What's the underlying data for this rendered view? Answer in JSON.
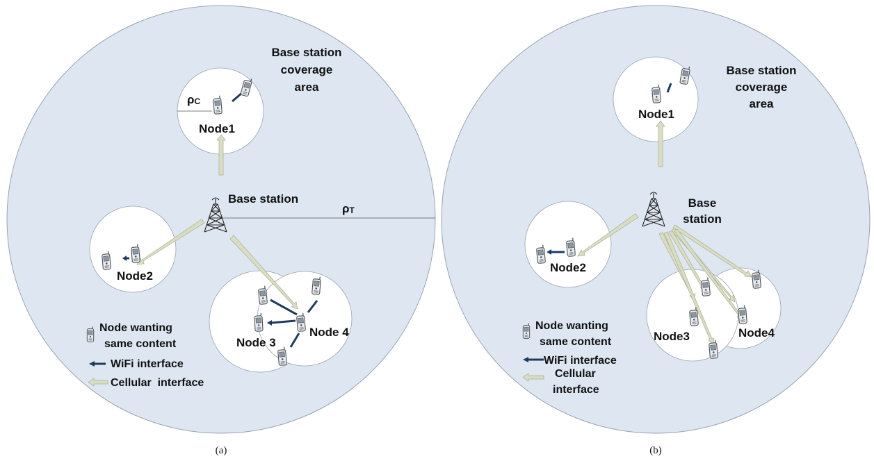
{
  "colors": {
    "coverage_fill": "#dde6f1",
    "coverage_stroke": "#9aa3ad",
    "cluster_fill": "#ffffff",
    "wifi_arrow": "#1f3a5f",
    "cellular_arrow": "#d9dec3",
    "cellular_arrow_edge": "#a9ae8f"
  },
  "icons": {
    "phone": "mobile-phone-icon",
    "tower": "cell-tower-icon"
  },
  "panel_a": {
    "caption": "(a)",
    "coverage_label": [
      "Base station",
      "coverage",
      "area"
    ],
    "base_station_label": "Base station",
    "rho_c": "ρ",
    "rho_c_sub": "C",
    "rho_t": "ρ",
    "rho_t_sub": "T",
    "node1": "Node1",
    "node2": "Node2",
    "node3": "Node 3",
    "node4": "Node 4",
    "legend": {
      "node": [
        "Node wanting",
        "same content"
      ],
      "wifi": "WiFi interface",
      "cellular": "Cellular  interface"
    }
  },
  "panel_b": {
    "caption": "(b)",
    "coverage_label": [
      "Base station",
      "coverage",
      "area"
    ],
    "base_station_label": [
      "Base",
      "station"
    ],
    "node1": "Node1",
    "node2": "Node2",
    "node3": "Node3",
    "node4": "Node4",
    "legend": {
      "node": [
        "Node wanting",
        "same content"
      ],
      "wifi": "WiFi interface",
      "cellular": [
        "Cellular",
        "interface"
      ]
    }
  }
}
